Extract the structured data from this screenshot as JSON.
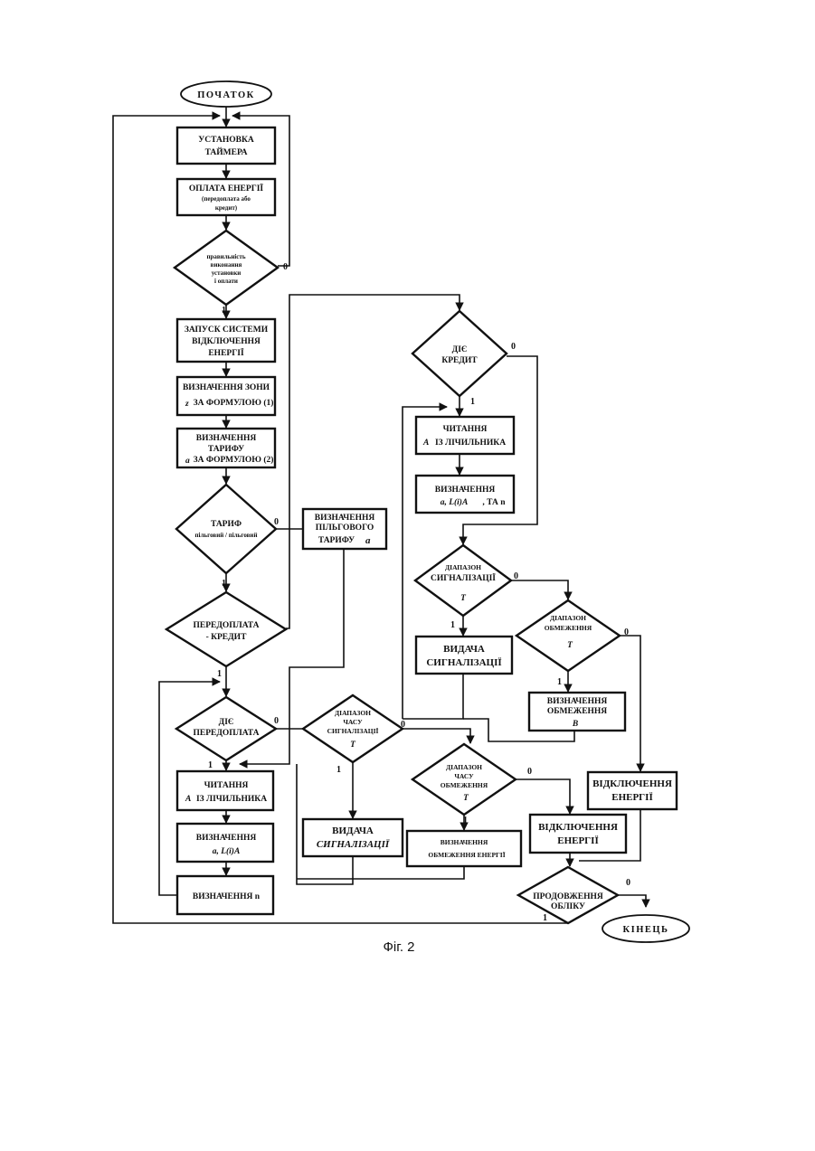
{
  "terminals": {
    "start": "ПОЧАТОК",
    "end": "КІНЕЦЬ"
  },
  "left_column": {
    "set_timer": [
      "УСТАНОВКА",
      "ТАЙМЕРА"
    ],
    "pay_energy": [
      "ОПЛАТА ЕНЕРГІЇ",
      "(передоплата або",
      "кредит)"
    ],
    "check_correct": [
      "правильність",
      "виконання",
      "установки",
      "і оплати"
    ],
    "start_system": [
      "ЗАПУСК СИСТЕМИ",
      "ВІДКЛЮЧЕННЯ",
      "ЕНЕРГІЇ"
    ],
    "zone": [
      "ВИЗНАЧЕННЯ ЗОНИ",
      "z",
      "ЗА ФОРМУЛОЮ (1)"
    ],
    "tariff": [
      "ВИЗНАЧЕННЯ",
      "ТАРИФУ",
      "a",
      "ЗА ФОРМУЛОЮ (2)"
    ],
    "tariff_decision": [
      "ТАРИФ",
      "пільговий / пільговий"
    ],
    "prepay_credit": [
      "ПЕРЕДОПЛАТА",
      "- КРЕДИТ"
    ],
    "prepay_active": [
      "ДІЄ",
      "ПЕРЕДОПЛАТА"
    ],
    "read_counter": [
      "ЧИТАННЯ",
      "A",
      "ІЗ ЛІЧИЛЬНИКА"
    ],
    "determine": [
      "ВИЗНАЧЕННЯ",
      "a, L(i)A"
    ],
    "determine_n": "ВИЗНАЧЕННЯ n"
  },
  "middle_column": {
    "preferential_tariff": [
      "ВИЗНАЧЕННЯ",
      "ПІЛЬГОВОГО",
      "ТАРИФУ",
      "a"
    ],
    "signal_time_range": [
      "ДІАПАЗОН",
      "ЧАСУ",
      "СИГНАЛІЗАЦІЇ",
      "T"
    ],
    "issue_signal": [
      "ВИДАЧА",
      "СИГНАЛІЗАЦІЇ"
    ]
  },
  "right_column": {
    "credit_active": [
      "ДІЄ",
      "КРЕДИТ"
    ],
    "read_counter": [
      "ЧИТАННЯ",
      "A",
      "ІЗ ЛІЧИЛЬНИКА"
    ],
    "determine": [
      "ВИЗНАЧЕННЯ",
      "a, L(i)A",
      ", ТА n"
    ],
    "signal_range": [
      "ДІАПАЗОН",
      "СИГНАЛІЗАЦІЇ",
      "T"
    ],
    "issue_signal": [
      "ВИДАЧА",
      "СИГНАЛІЗАЦІЇ"
    ],
    "limit_range": [
      "ДІАПАЗОН",
      "ОБМЕЖЕННЯ",
      "T"
    ],
    "determine_limit": [
      "ВИЗНАЧЕННЯ",
      "ОБМЕЖЕННЯ",
      "B"
    ],
    "limit_time_range": [
      "ДІАПАЗОН",
      "ЧАСУ",
      "ОБМЕЖЕННЯ",
      "T"
    ],
    "limit_energy": [
      "ВИЗНАЧЕННЯ",
      "ОБМЕЖЕННЯ ЕНЕРГІЇ"
    ],
    "disconnect_1": [
      "ВІДКЛЮЧЕННЯ",
      "ЕНЕРГІЇ"
    ],
    "disconnect_2": [
      "ВІДКЛЮЧЕННЯ",
      "ЕНЕРГІЇ"
    ],
    "continue_accounting": [
      "ПРОДОВЖЕННЯ",
      "ОБЛІКУ"
    ]
  },
  "ports": {
    "zero": "0",
    "one": "1"
  },
  "caption": "Фіг. 2"
}
